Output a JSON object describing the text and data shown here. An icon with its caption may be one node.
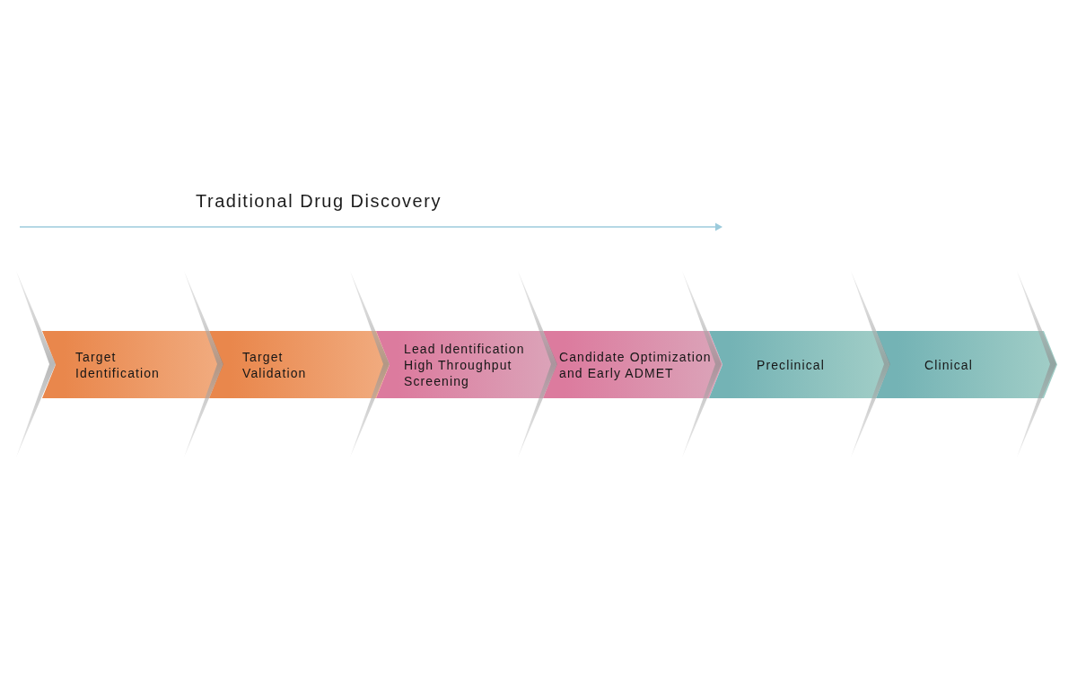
{
  "diagram": {
    "nodes": [
      {
        "text": [
          "Target Identification"
        ]
      },
      {
        "text": [
          "Target Validation"
        ]
      },
      {
        "text": [
          "Lead Identification High Throughput Screening"
        ]
      },
      {
        "text": [
          "Candidate Optimization and Early ADMET"
        ]
      },
      {
        "text": [
          "Preclinical"
        ]
      },
      {
        "text": [
          "Clinical"
        ]
      },
      {
        "text": [],
        "shape": "chevron"
      },
      {
        "text": [],
        "shape": "chevron"
      },
      {
        "text": [],
        "shape": "chevron"
      },
      {
        "text": [],
        "shape": "chevron"
      },
      {
        "text": [],
        "shape": "chevron"
      },
      {
        "text": [],
        "shape": "chevron"
      },
      {
        "text": [],
        "shape": "chevron"
      }
    ],
    "labels": [
      "Traditional Drug Discovery"
    ]
  }
}
